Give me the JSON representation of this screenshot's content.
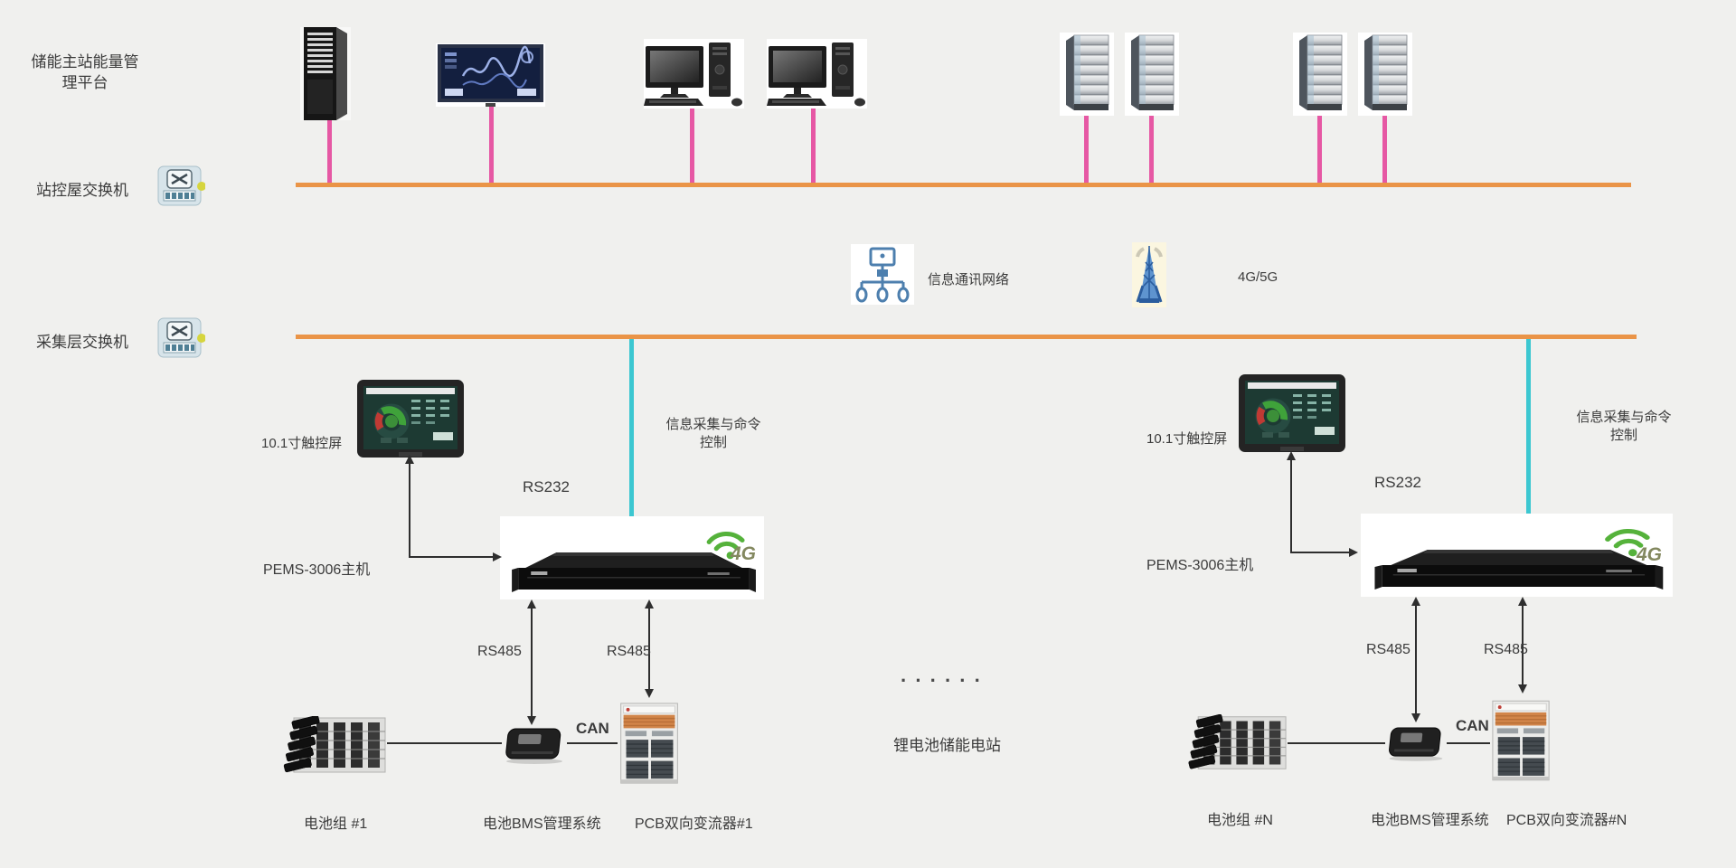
{
  "colors": {
    "background": "#f0f0ee",
    "bus_orange": "#ea9447",
    "link_pink": "#e658a4",
    "link_cyan": "#3cc7d1",
    "arrow_dark": "#2e2e2e",
    "wifi_green": "#55b23b",
    "pcs_orange": "#d28549",
    "text": "#3b3b3b"
  },
  "platform": {
    "label": "储能主站能量管理平台"
  },
  "switches": {
    "station_label": "站控屋交换机",
    "collect_label": "采集层交换机"
  },
  "wan": {
    "network_label": "信息通讯网络",
    "cellular_label": "4G/5G"
  },
  "center": {
    "ellipsis": "······",
    "station_label": "锂电池储能电站"
  },
  "subsystems": [
    {
      "touch_label": "10.1寸触控屏",
      "rs232_label": "RS232",
      "cmd_label": "信息采集与命令控制",
      "pems_label": "PEMS-3006主机",
      "rs485_bms_label": "RS485",
      "rs485_pcs_label": "RS485",
      "can_label": "CAN",
      "battery_label": "电池组 #1",
      "bms_label": "电池BMS管理系统",
      "pcs_label": "PCB双向变流器#1",
      "host_badge": "4G"
    },
    {
      "touch_label": "10.1寸触控屏",
      "rs232_label": "RS232",
      "cmd_label": "信息采集与命令控制",
      "pems_label": "PEMS-3006主机",
      "rs485_bms_label": "RS485",
      "rs485_pcs_label": "RS485",
      "can_label": "CAN",
      "battery_label": "电池组 #N",
      "bms_label": "电池BMS管理系统",
      "pcs_label": "PCB双向变流器#N",
      "host_badge": "4G"
    }
  ]
}
